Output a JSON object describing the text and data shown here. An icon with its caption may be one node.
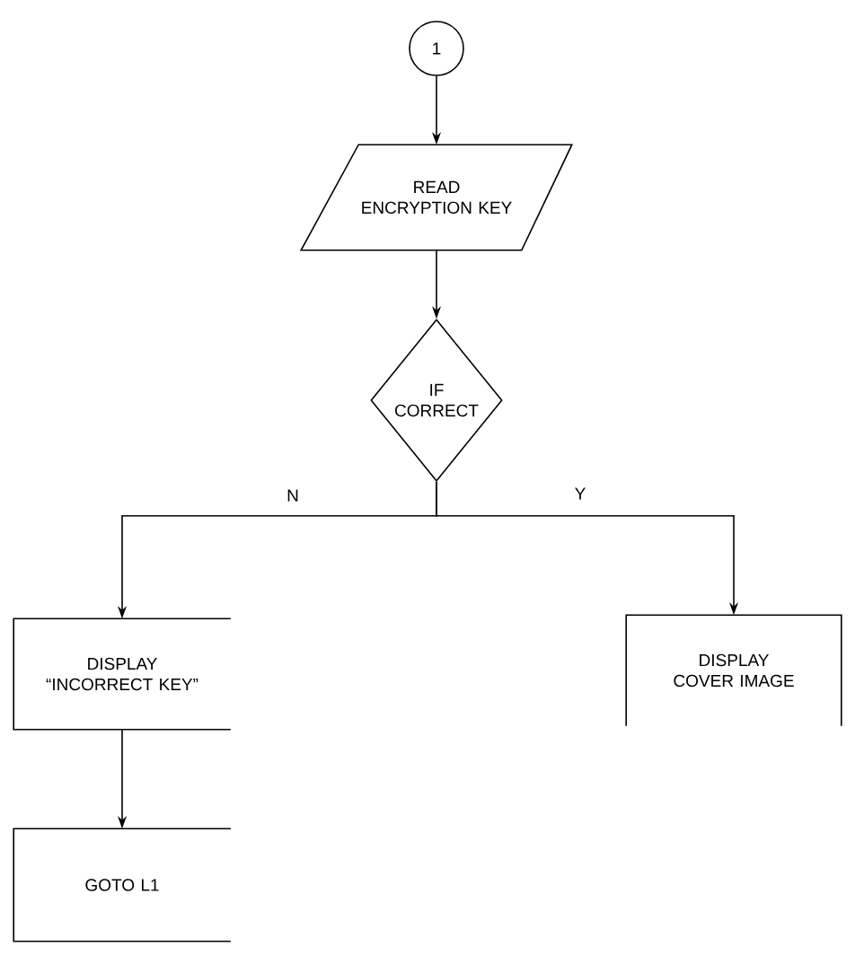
{
  "diagram": {
    "nodes": [
      {
        "text": [
          "1"
        ]
      },
      {
        "text": [
          "READ ENCRYPTION KEY"
        ]
      },
      {
        "text": [
          "IF CORRECT"
        ]
      },
      {
        "text": [
          "DISPLAY “INCORRECT KEY”"
        ]
      },
      {
        "text": [
          "DISPLAY COVER IMAGE"
        ]
      },
      {
        "text": [
          "GOTO L1"
        ]
      }
    ],
    "edges": [
      {
        "from": 0,
        "to": 1,
        "arrow": "to"
      },
      {
        "from": 1,
        "to": 2,
        "arrow": "to"
      },
      {
        "from": 2,
        "to": 3,
        "arrow": "to",
        "label": "N"
      },
      {
        "from": 2,
        "to": 4,
        "arrow": "to",
        "label": "Y"
      },
      {
        "from": 3,
        "to": 5,
        "arrow": "to"
      }
    ]
  }
}
